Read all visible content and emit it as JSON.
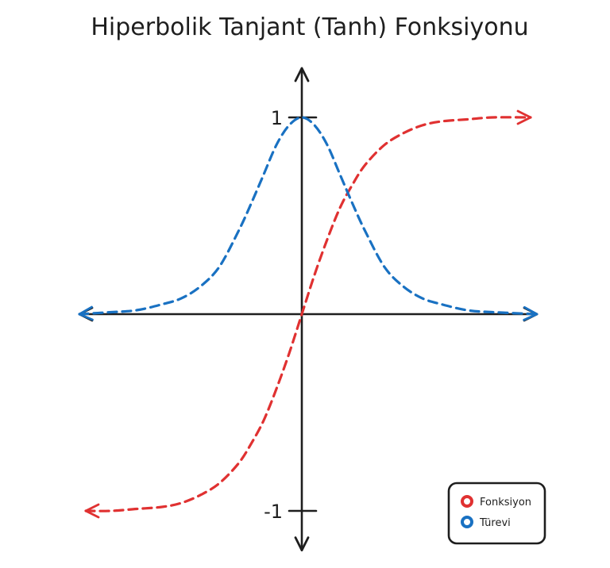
{
  "chart_data": {
    "type": "line",
    "title": "Hiperbolik Tanjant (Tanh) Fonksiyonu",
    "xlabel": "",
    "ylabel": "",
    "xlim": [
      -3.5,
      3.7
    ],
    "ylim": [
      -1.2,
      1.25
    ],
    "y_ticks": [
      {
        "value": 1,
        "label": "1"
      },
      {
        "value": -1,
        "label": "-1"
      }
    ],
    "grid": false,
    "legend_position": "bottom-right",
    "series": [
      {
        "name": "Fonksiyon",
        "color": "#e03131",
        "style": "dashed",
        "arrows": "both",
        "x": [
          -3.4,
          -3.0,
          -2.6,
          -2.2,
          -1.9,
          -1.6,
          -1.3,
          -1.0,
          -0.8,
          -0.6,
          -0.4,
          -0.2,
          0,
          0.2,
          0.4,
          0.6,
          0.8,
          1.0,
          1.3,
          1.6,
          1.9,
          2.2,
          2.6,
          3.0,
          3.6
        ],
        "y": [
          -1.0,
          -1.0,
          -0.99,
          -0.98,
          -0.96,
          -0.92,
          -0.86,
          -0.76,
          -0.66,
          -0.54,
          -0.38,
          -0.2,
          0,
          0.2,
          0.38,
          0.54,
          0.66,
          0.76,
          0.86,
          0.92,
          0.96,
          0.98,
          0.99,
          1.0,
          1.0
        ]
      },
      {
        "name": "Türevi",
        "color": "#1971c2",
        "style": "dashed",
        "arrows": "both",
        "x": [
          -3.5,
          -3.0,
          -2.6,
          -2.2,
          -1.9,
          -1.6,
          -1.3,
          -1.0,
          -0.8,
          -0.6,
          -0.4,
          -0.2,
          0,
          0.2,
          0.4,
          0.6,
          0.8,
          1.0,
          1.3,
          1.6,
          1.9,
          2.2,
          2.6,
          3.0,
          3.7
        ],
        "y": [
          0.0,
          0.01,
          0.02,
          0.05,
          0.08,
          0.14,
          0.24,
          0.42,
          0.56,
          0.71,
          0.86,
          0.96,
          1.0,
          0.96,
          0.86,
          0.71,
          0.56,
          0.42,
          0.24,
          0.14,
          0.08,
          0.05,
          0.02,
          0.01,
          0.0
        ]
      }
    ]
  },
  "colors": {
    "axis": "#1e1e1e",
    "background": "#ffffff"
  }
}
